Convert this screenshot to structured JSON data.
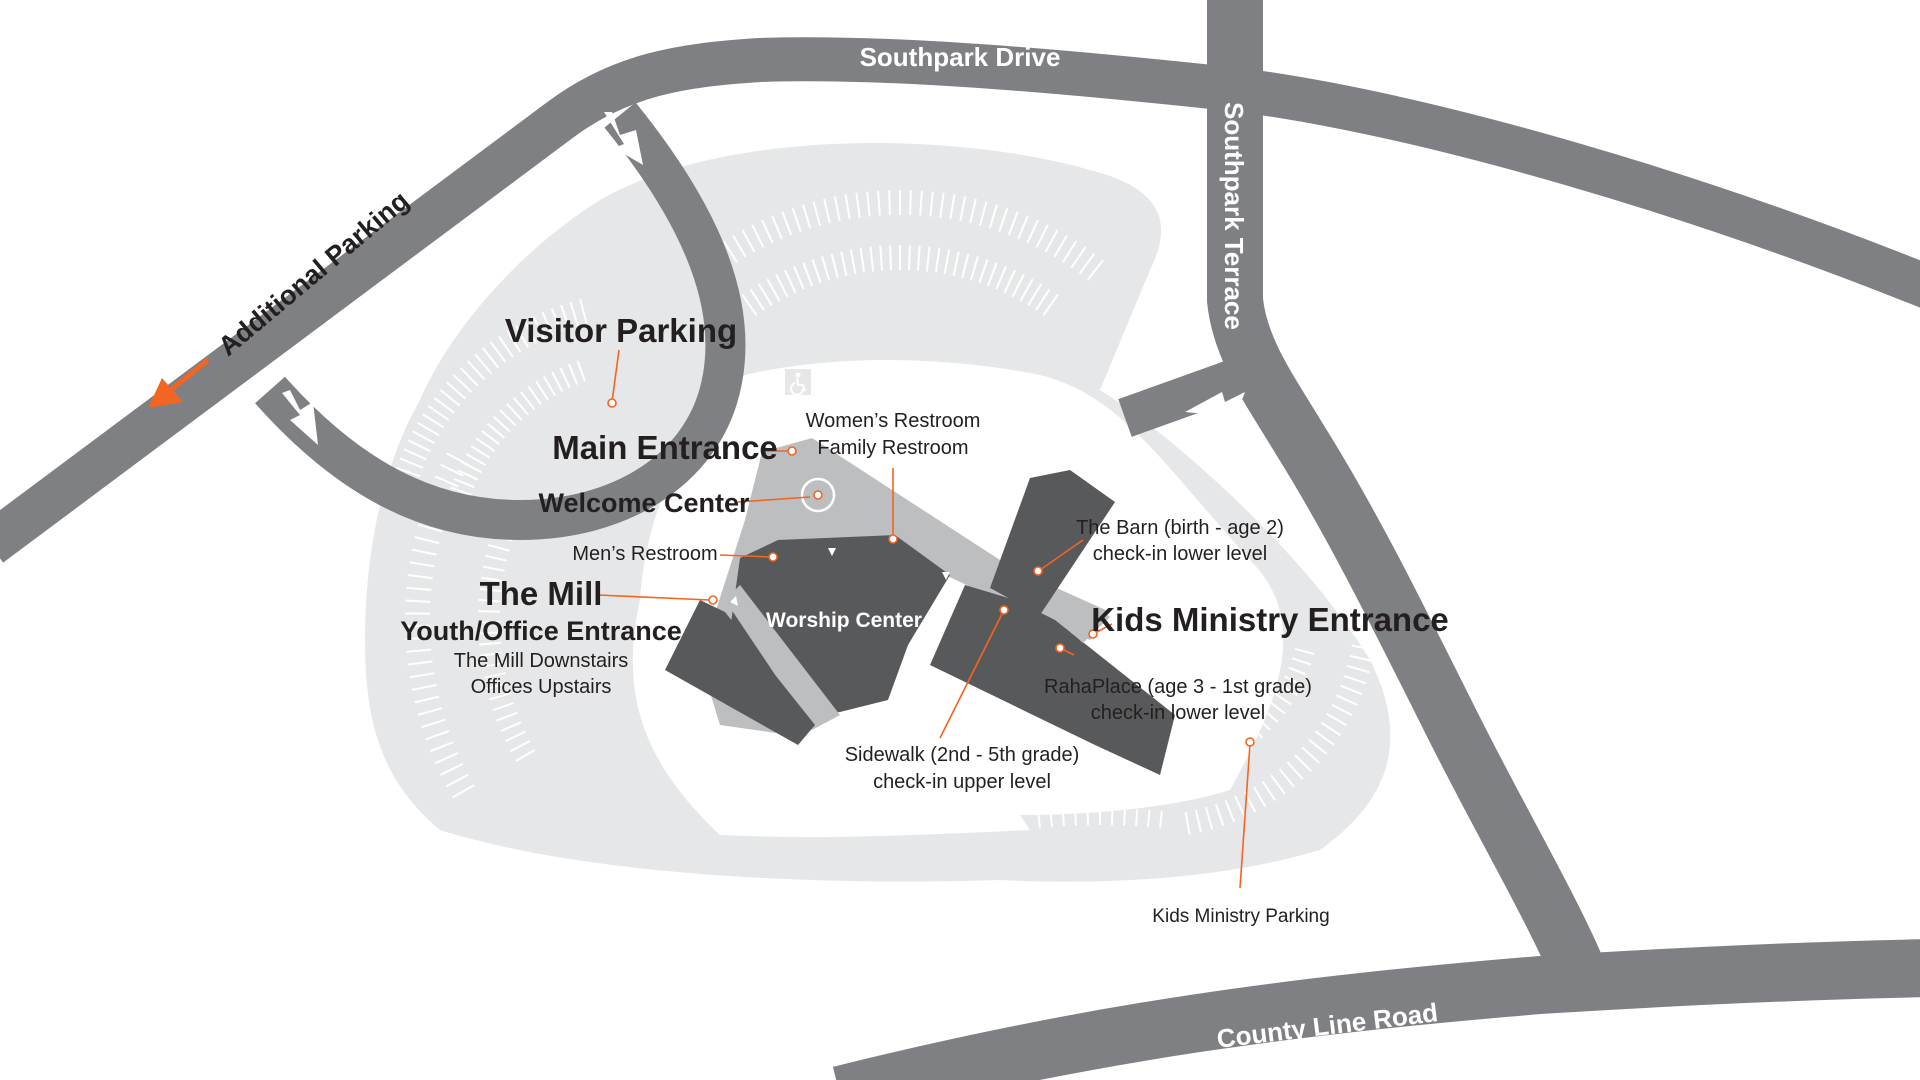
{
  "roads": {
    "southpark_drive": "Southpark Drive",
    "southpark_terrace": "Southpark Terrace",
    "county_line_road": "County Line Road"
  },
  "additional_parking": "Additional Parking",
  "areas": {
    "visitor_parking": "Visitor Parking",
    "main_entrance": "Main Entrance",
    "welcome_center": "Welcome Center",
    "womens_restroom": "Women’s Restroom",
    "family_restroom": "Family Restroom",
    "mens_restroom": "Men’s Restroom",
    "the_mill": "The Mill",
    "youth_office_entrance": "Youth/Office Entrance",
    "mill_downstairs": "The Mill Downstairs",
    "offices_upstairs": "Offices Upstairs",
    "worship_center": "Worship Center",
    "the_barn_line1": "The Barn (birth - age 2)",
    "the_barn_line2": "check-in lower level",
    "kids_ministry_entrance": "Kids Ministry Entrance",
    "rahaplace_line1": "RahaPlace (age 3 - 1st grade)",
    "rahaplace_line2": "check-in lower level",
    "sidewalk_line1": "Sidewalk (2nd - 5th grade)",
    "sidewalk_line2": "check-in upper level",
    "kids_ministry_parking": "Kids Ministry Parking"
  },
  "icons": {
    "accessible": "accessible-parking-icon",
    "arrow": "orange-arrow-icon"
  },
  "colors": {
    "road": "#7f8083",
    "lot": "#e6e7e8",
    "building": "#58595b",
    "walkway": "#bcbec0",
    "accent": "#f26522"
  }
}
